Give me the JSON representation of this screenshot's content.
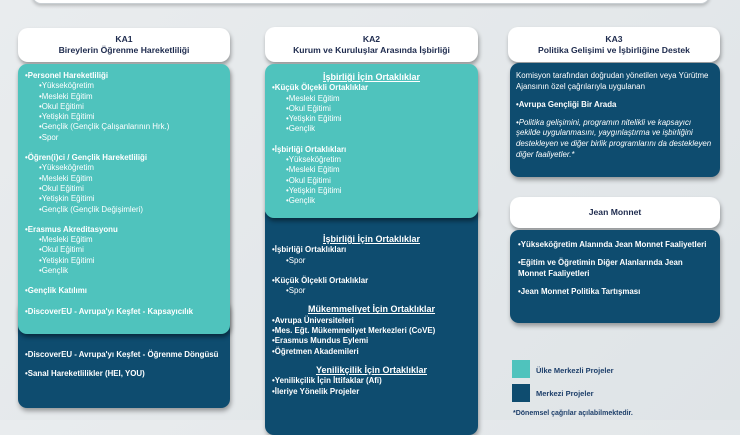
{
  "ka1": {
    "code": "KA1",
    "title": "Bireylerin Öğrenme Hareketliliği",
    "teal": [
      {
        "head": "•Personel Hareketliliği",
        "items": [
          "•Yükseköğretim",
          "•Mesleki Eğitim",
          "•Okul Eğitimi",
          "•Yetişkin Eğitimi",
          "•Gençlik (Gençlik Çalışanlarının Hrk.)",
          "•Spor"
        ]
      },
      {
        "head": "•Öğren(i)ci / Gençlik Hareketliliği",
        "items": [
          "•Yükseköğretim",
          "•Mesleki Eğitim",
          "•Okul Eğitimi",
          "•Yetişkin Eğitimi",
          "•Gençlik (Gençlik Değişimleri)"
        ]
      },
      {
        "head": "•Erasmus Akreditasyonu",
        "items": [
          "•Mesleki Eğitim",
          "•Okul Eğitimi",
          "•Yetişkin Eğitimi",
          "•Gençlik"
        ]
      },
      {
        "head": "•Gençlik Katılımı",
        "items": []
      },
      {
        "head": "•DiscoverEU - Avrupa'yı Keşfet - Kapsayıcılık",
        "items": []
      }
    ],
    "dark": [
      "•DiscoverEU - Avrupa'yı Keşfet - Öğrenme Döngüsü",
      "•Sanal Hareketlilikler (HEI, YOU)"
    ]
  },
  "ka2": {
    "code": "KA2",
    "title": "Kurum ve Kuruluşlar Arasında İşbirliği",
    "teal": {
      "section": "İşbirliği İçin Ortaklıklar",
      "groups": [
        {
          "head": "•Küçük Ölçekli Ortaklıklar",
          "items": [
            "•Mesleki Eğitim",
            "•Okul Eğitimi",
            "•Yetişkin Eğitimi",
            "•Gençlik"
          ]
        },
        {
          "head": "•İşbirliği Ortaklıkları",
          "items": [
            "•Yükseköğretim",
            "•Mesleki Eğitim",
            "•Okul Eğitimi",
            "•Yetişkin Eğitimi",
            "•Gençlik"
          ]
        }
      ]
    },
    "dark": {
      "section1": "İşbirliği İçin Ortaklıklar",
      "groups": [
        {
          "head": "•İşbirliği Ortaklıkları",
          "items": [
            "•Spor"
          ]
        },
        {
          "head": "•Küçük Ölçekli Ortaklıklar",
          "items": [
            "•Spor"
          ]
        }
      ],
      "section2": "Mükemmeliyet İçin Ortaklıklar",
      "items2": [
        "•Avrupa Üniversiteleri",
        "•Mes. Eğt. Mükemmeliyet Merkezleri (CoVE)",
        "•Erasmus Mundus Eylemi",
        "•Öğretmen Akademileri"
      ],
      "section3": "Yenilikçilik İçin Ortaklıklar",
      "items3": [
        "•Yenilikçilik İçin İttifaklar (Afi)",
        "•İleriye Yönelik Projeler"
      ]
    }
  },
  "ka3": {
    "code": "KA3",
    "title": "Politika Gelişimi ve İşbirliğine Destek",
    "intro": "Komisyon tarafından doğrudan yönetilen veya Yürütme Ajansının özel çağrılarıyla uygulanan",
    "item": "•Avrupa Gençliği Bir Arada",
    "italic": "•Politika gelişimini, programın nitelikli ve kapsayıcı şekilde uygulanmasını, yaygınlaştırma ve işbirliğini destekleyen ve diğer birlik programlarını da destekleyen diğer faaliyetler.*"
  },
  "jm": {
    "title": "Jean Monnet",
    "items": [
      "•Yükseköğretim Alanında Jean Monnet Faaliyetleri",
      "•Eğitim ve Öğretimin Diğer Alanlarında Jean Monnet Faaliyetleri",
      "•Jean Monnet Politika Tartışması"
    ]
  },
  "legend": [
    {
      "label": "Ülke Merkezli Projeler",
      "color": "#4fc3bd"
    },
    {
      "label": "Merkezi Projeler",
      "color": "#0e4c6f"
    }
  ],
  "footnote": "*Dönemsel çağrılar açılabilmektedir."
}
